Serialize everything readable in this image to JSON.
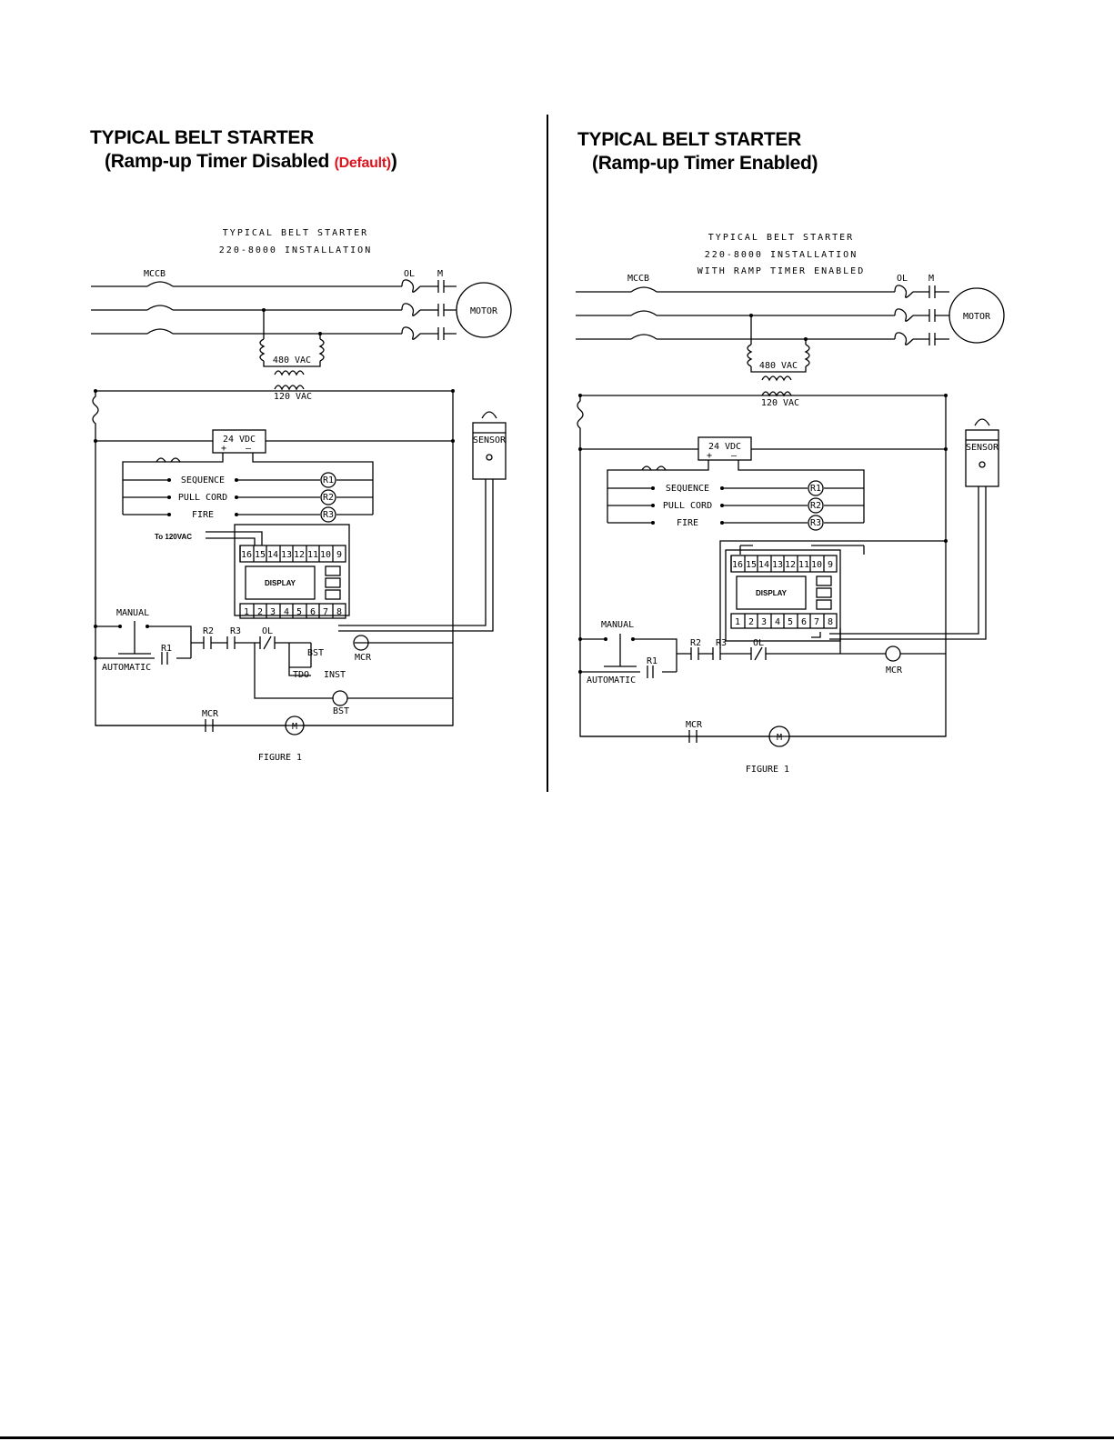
{
  "left": {
    "heading_main": "TYPICAL BELT STARTER",
    "heading_sub_pre": "(Ramp-up Timer Disabled ",
    "heading_default": "(Default)",
    "heading_sub_post": ")",
    "diagram_title": [
      "TYPICAL BELT STARTER",
      "220-8000 INSTALLATION"
    ],
    "to_120vac": "To 120VAC",
    "figure_caption": "FIGURE 1"
  },
  "right": {
    "heading_main": "TYPICAL BELT STARTER",
    "heading_sub": "(Ramp-up Timer Enabled)",
    "diagram_title": [
      "TYPICAL BELT STARTER",
      "220-8000 INSTALLATION",
      "WITH RAMP TIMER ENABLED"
    ],
    "figure_caption": "FIGURE 1"
  },
  "labels": {
    "mccb": "MCCB",
    "ol": "OL",
    "m": "M",
    "motor": "MOTOR",
    "vac480": "480 VAC",
    "vac120": "120 VAC",
    "vdc24": "24 VDC",
    "plus": "+",
    "minus": "—",
    "sensor": "SENSOR",
    "sequence": "SEQUENCE",
    "pull_cord": "PULL CORD",
    "fire": "FIRE",
    "r1": "R1",
    "r2": "R2",
    "r3": "R3",
    "display": "DISPLAY",
    "terminals_top": [
      "16",
      "15",
      "14",
      "13",
      "12",
      "11",
      "10",
      "9"
    ],
    "terminals_bottom": [
      "1",
      "2",
      "3",
      "4",
      "5",
      "6",
      "7",
      "8"
    ],
    "manual": "MANUAL",
    "automatic": "AUTOMATIC",
    "mcr": "MCR",
    "bst": "BST",
    "tdo": "TDO",
    "inst": "INST"
  }
}
